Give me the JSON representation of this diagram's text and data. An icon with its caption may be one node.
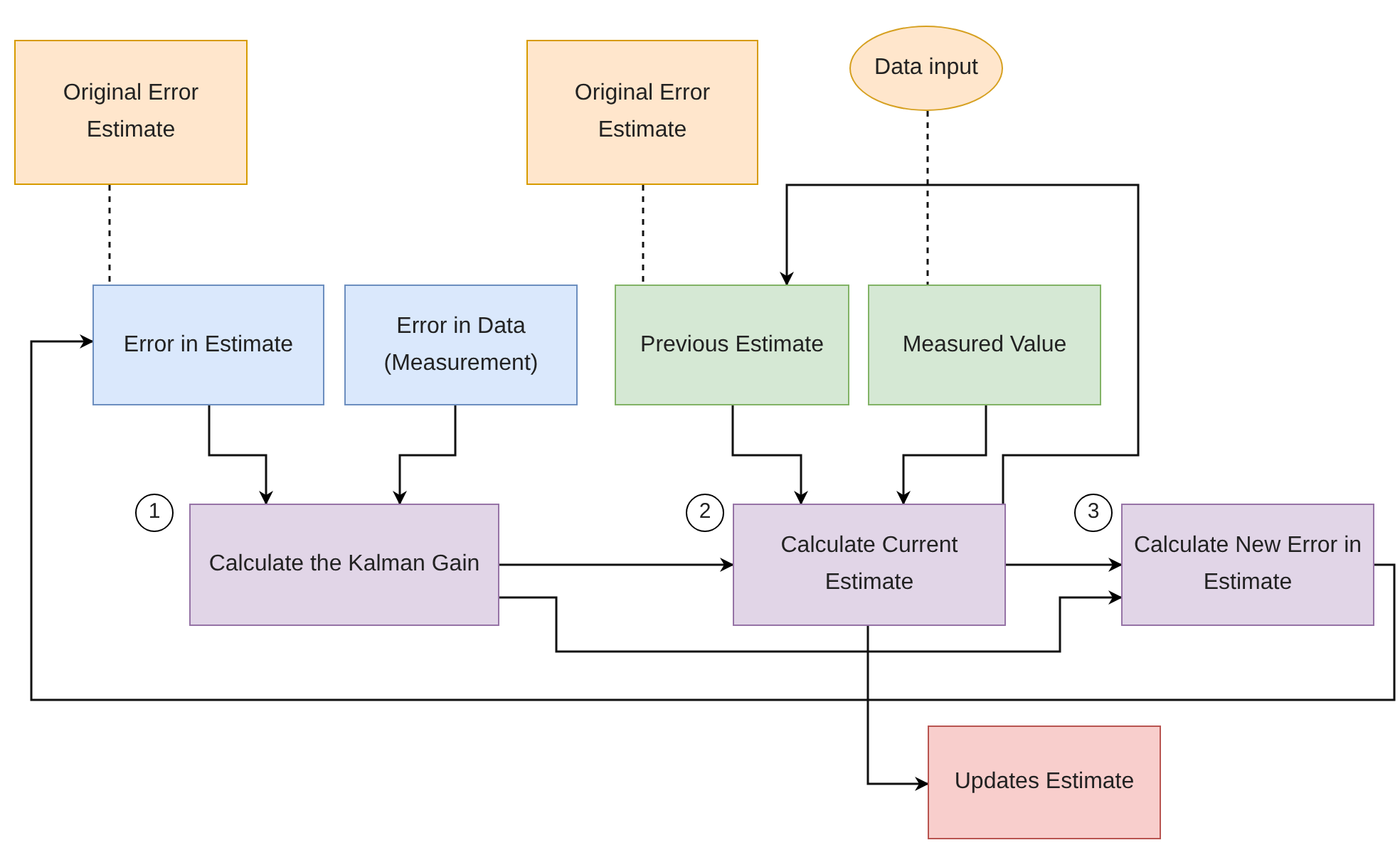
{
  "diagram": {
    "nodes": [
      {
        "text": [
          "Original Error Estimate"
        ]
      },
      {
        "text": [
          "Original Error Estimate"
        ]
      },
      {
        "text": [
          "Data input"
        ]
      },
      {
        "text": [
          "Error in Estimate"
        ]
      },
      {
        "text": [
          "Error in Data (Measurement)"
        ]
      },
      {
        "text": [
          "Previous Estimate"
        ]
      },
      {
        "text": [
          "Measured Value"
        ]
      },
      {
        "text": [
          "1"
        ]
      },
      {
        "text": [
          "Calculate the Kalman Gain"
        ]
      },
      {
        "text": [
          "2"
        ]
      },
      {
        "text": [
          "Calculate Current Estimate"
        ]
      },
      {
        "text": [
          "3"
        ]
      },
      {
        "text": [
          "Calculate New Error in Estimate"
        ]
      },
      {
        "text": [
          "Updates Estimate"
        ]
      }
    ],
    "edges": [
      {
        "from": 0,
        "to": 3,
        "arrow": "none",
        "style": "dashed"
      },
      {
        "from": 1,
        "to": 5,
        "arrow": "none",
        "style": "dashed"
      },
      {
        "from": 2,
        "to": 6,
        "arrow": "none",
        "style": "dashed"
      },
      {
        "from": 3,
        "to": 8,
        "arrow": "to"
      },
      {
        "from": 4,
        "to": 8,
        "arrow": "to"
      },
      {
        "from": 5,
        "to": 10,
        "arrow": "to"
      },
      {
        "from": 6,
        "to": 10,
        "arrow": "to"
      },
      {
        "from": 10,
        "to": 5,
        "arrow": "to"
      },
      {
        "from": 8,
        "to": 10,
        "arrow": "to"
      },
      {
        "from": 8,
        "to": 12,
        "arrow": "to"
      },
      {
        "from": 10,
        "to": 12,
        "arrow": "to"
      },
      {
        "from": 10,
        "to": 13,
        "arrow": "to"
      },
      {
        "from": 12,
        "to": 3,
        "arrow": "to"
      }
    ]
  }
}
